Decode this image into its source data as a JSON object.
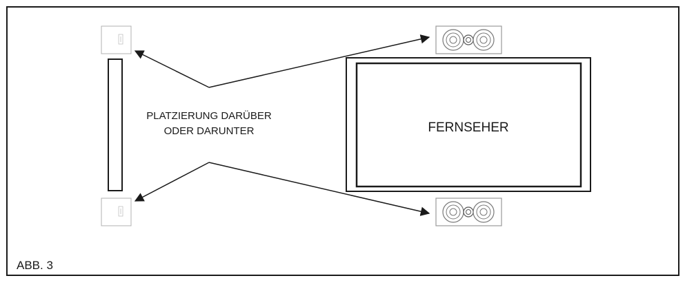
{
  "diagram": {
    "label_placement_line1": "PLATZIERUNG DARÜBER",
    "label_placement_line2": "ODER DARUNTER",
    "label_tv": "FERNSEHER",
    "figure_caption": "ABB. 3"
  },
  "colors": {
    "stroke": "#1a1a1a",
    "speaker_stroke": "#9a9a9a",
    "background": "#ffffff"
  }
}
